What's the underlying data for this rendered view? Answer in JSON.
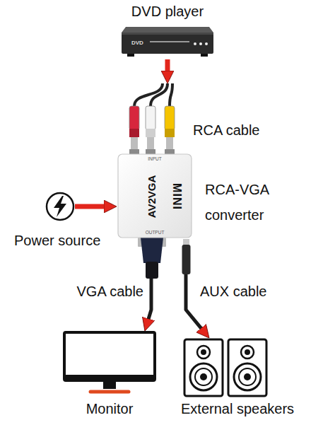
{
  "diagram": {
    "nodes": [
      {
        "text": [
          "DVD player",
          "DVD"
        ]
      },
      {
        "text": [
          "RCA-VGA converter",
          "AV2VGA",
          "MINI",
          "INPUT",
          "OUTPUT"
        ]
      },
      {
        "text": [
          "Power source"
        ]
      },
      {
        "text": [
          "Monitor"
        ]
      },
      {
        "text": [
          "External speakers"
        ]
      }
    ],
    "edges": [
      {
        "from": 0,
        "to": 1,
        "label": "RCA cable",
        "arrow": "to"
      },
      {
        "from": 2,
        "to": 1,
        "arrow": "to"
      },
      {
        "from": 1,
        "to": 3,
        "label": "VGA cable",
        "arrow": "to"
      },
      {
        "from": 1,
        "to": 4,
        "label": "AUX cable",
        "arrow": "to"
      }
    ]
  }
}
